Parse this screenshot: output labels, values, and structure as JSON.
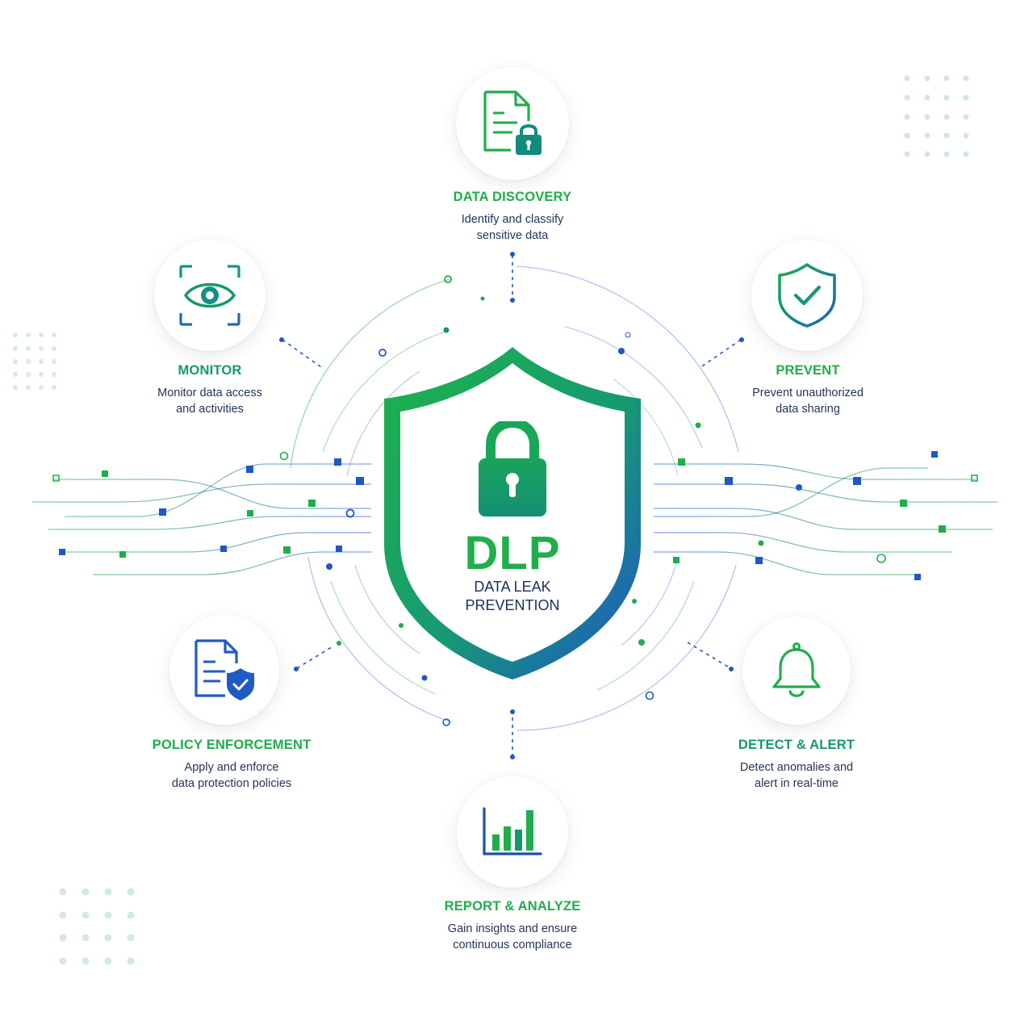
{
  "center": {
    "title": "DLP",
    "subtitle": "DATA LEAK\nPREVENTION"
  },
  "colors": {
    "green": "#1fae4b",
    "teal": "#13917a",
    "blue": "#1f56c8",
    "text": "#24345a"
  },
  "nodes": [
    {
      "title": "DATA DISCOVERY",
      "description": "Identify and classify\nsensitive data",
      "icon": "document-lock-icon"
    },
    {
      "title": "MONITOR",
      "description": "Monitor data access\nand activities",
      "icon": "eye-scan-icon"
    },
    {
      "title": "PREVENT",
      "description": "Prevent unauthorized\ndata sharing",
      "icon": "shield-check-icon"
    },
    {
      "title": "POLICY ENFORCEMENT",
      "description": "Apply and enforce\ndata protection policies",
      "icon": "policy-document-icon"
    },
    {
      "title": "DETECT & ALERT",
      "description": "Detect anomalies and\nalert in real-time",
      "icon": "bell-icon"
    },
    {
      "title": "REPORT & ANALYZE",
      "description": "Gain insights and ensure\ncontinuous compliance",
      "icon": "bar-chart-icon"
    }
  ]
}
